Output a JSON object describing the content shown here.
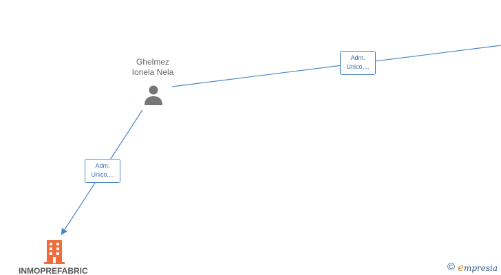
{
  "person": {
    "name_line1": "Ghelmez",
    "name_line2": "Ionela Nela",
    "icon": "person-icon"
  },
  "edges": [
    {
      "label_line1": "Adm.",
      "label_line2": "Unico,..."
    },
    {
      "label_line1": "Adm.",
      "label_line2": "Unico,..."
    }
  ],
  "company": {
    "name": "INMOPREFABRIC",
    "icon": "building-icon",
    "color": "#f26b3a"
  },
  "brand": {
    "copyright_symbol": "©",
    "initial": "e",
    "name_rest": "mpresia"
  },
  "colors": {
    "edge": "#4a86c8",
    "person": "#777777",
    "company": "#f26b3a",
    "brand": "#2d5c8f"
  }
}
